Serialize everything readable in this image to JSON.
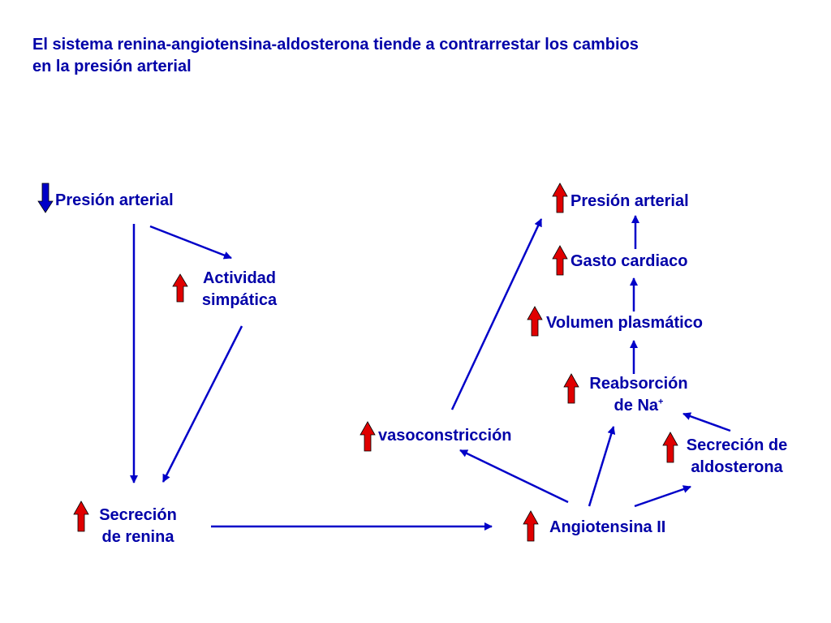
{
  "title": {
    "line1": "El sistema renina-angiotensina-aldosterona tiende a contrarrestar los cambios",
    "line2": "en la presión arterial"
  },
  "nodes": {
    "presion_baja": {
      "label": "Presión arterial",
      "indicator": "down"
    },
    "actividad_simpatica": {
      "line1": "Actividad",
      "line2": "simpática",
      "indicator": "up"
    },
    "secrecion_renina": {
      "line1": "Secreción",
      "line2": "de renina",
      "indicator": "up"
    },
    "angiotensina": {
      "label": "Angiotensina II",
      "indicator": "up"
    },
    "vasoconstriccion": {
      "label": "vasoconstricción",
      "indicator": "up"
    },
    "secrecion_aldosterona": {
      "line1": "Secreción de",
      "line2": "aldosterona",
      "indicator": "up"
    },
    "reabsorcion_na": {
      "line1": "Reabsorción",
      "line2_text": "de Na",
      "line2_sup": "+",
      "indicator": "up"
    },
    "volumen_plasmatico": {
      "label": "Volumen plasmático",
      "indicator": "up"
    },
    "gasto_cardiaco": {
      "label": "Gasto cardiaco",
      "indicator": "up"
    },
    "presion_alta": {
      "label": "Presión arterial",
      "indicator": "up"
    }
  },
  "colors": {
    "text": "#0000a8",
    "connector": "#0000c8",
    "up_arrow": "#e00000",
    "down_arrow": "#0000c8",
    "indicator_outline": "#000000"
  },
  "icons": {
    "up_indicator": "red-up-arrow-icon",
    "down_indicator": "blue-down-arrow-icon"
  }
}
